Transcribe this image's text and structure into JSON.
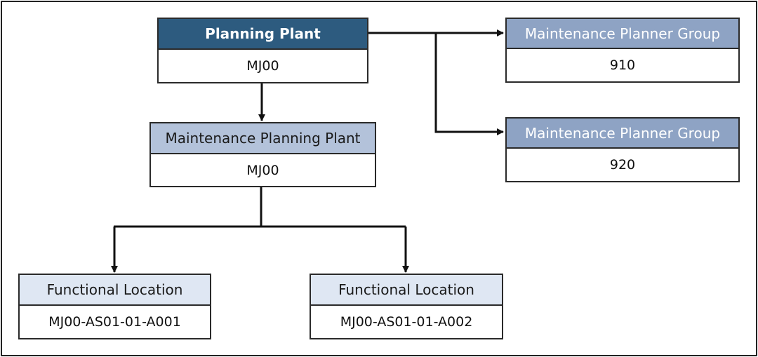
{
  "diagram": {
    "planning_plant": {
      "title": "Planning Plant",
      "value": "MJ00"
    },
    "maintenance_planning_plant": {
      "title": "Maintenance Planning Plant",
      "value": "MJ00"
    },
    "planner_groups": [
      {
        "title": "Maintenance Planner Group",
        "value": "910"
      },
      {
        "title": "Maintenance Planner Group",
        "value": "920"
      }
    ],
    "functional_locations": [
      {
        "title": "Functional Location",
        "value": "MJ00-AS01-01-A001"
      },
      {
        "title": "Functional Location",
        "value": "MJ00-AS01-01-A002"
      }
    ]
  },
  "colors": {
    "planning_plant_header": "#2d5b7f",
    "planner_group_header": "#8ea3c4",
    "maintenance_planning_plant_header": "#b3c2da",
    "functional_location_header": "#dfe7f3",
    "border": "#2a2a2a"
  }
}
